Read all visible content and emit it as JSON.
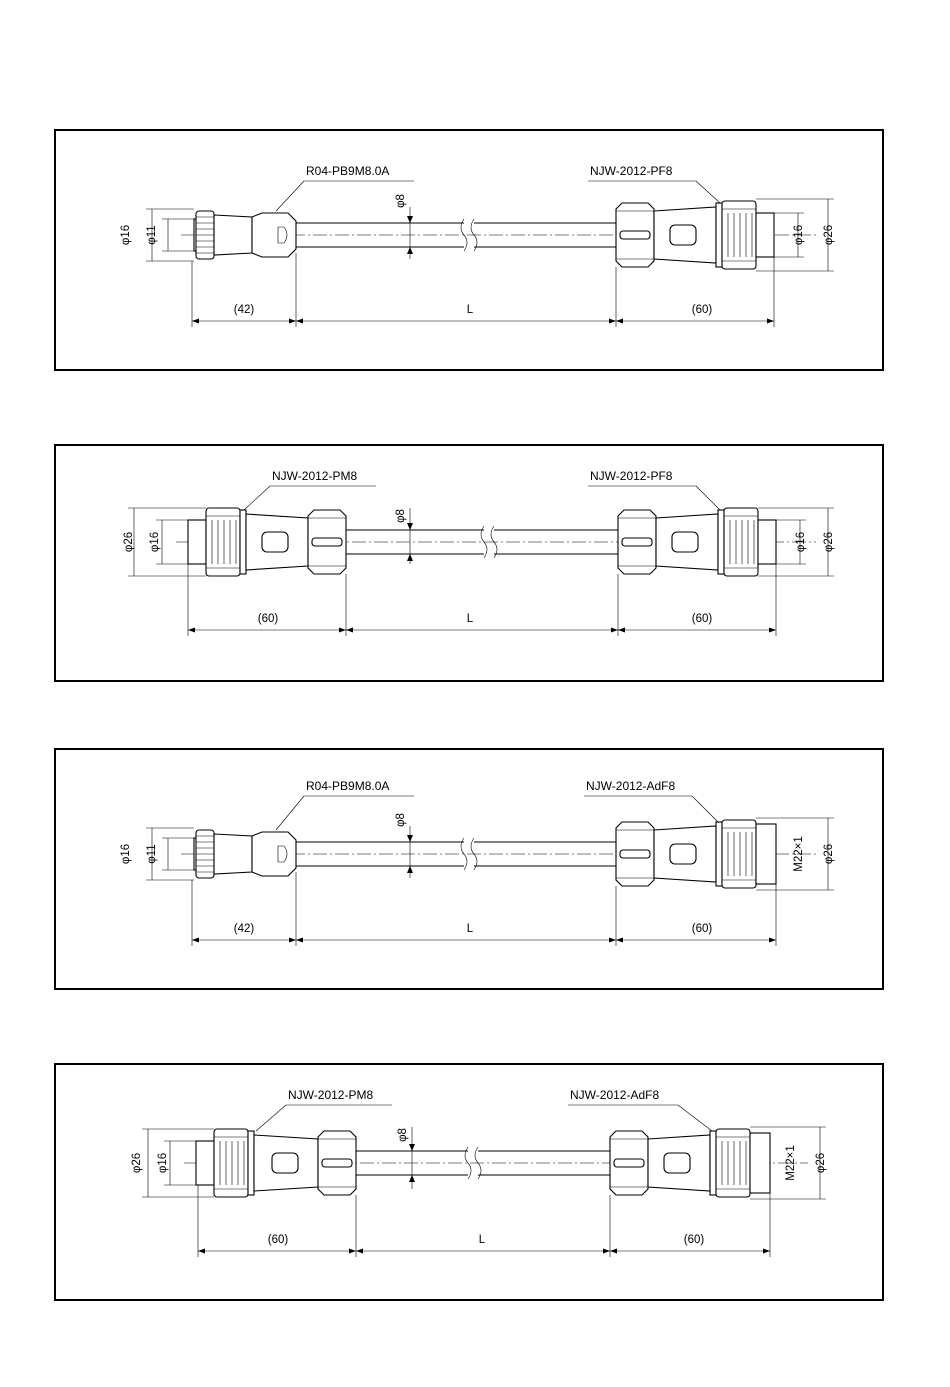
{
  "panels": [
    {
      "left_connector": "R04-PB9M8.0A",
      "right_connector": "NJW-2012-PF8",
      "cable_dia": "φ8",
      "left_dims": [
        "φ16",
        "φ11"
      ],
      "right_dims": [
        "φ16",
        "φ26"
      ],
      "left_len": "(42)",
      "mid_len": "L",
      "right_len": "(60)"
    },
    {
      "left_connector": "NJW-2012-PM8",
      "right_connector": "NJW-2012-PF8",
      "cable_dia": "φ8",
      "left_dims": [
        "φ26",
        "φ16"
      ],
      "right_dims": [
        "φ16",
        "φ26"
      ],
      "left_len": "(60)",
      "mid_len": "L",
      "right_len": "(60)"
    },
    {
      "left_connector": "R04-PB9M8.0A",
      "right_connector": "NJW-2012-AdF8",
      "cable_dia": "φ8",
      "left_dims": [
        "φ16",
        "φ11"
      ],
      "right_dims": [
        "M22×1",
        "φ26"
      ],
      "left_len": "(42)",
      "mid_len": "L",
      "right_len": "(60)"
    },
    {
      "left_connector": "NJW-2012-PM8",
      "right_connector": "NJW-2012-AdF8",
      "cable_dia": "φ8",
      "left_dims": [
        "φ26",
        "φ16"
      ],
      "right_dims": [
        "M22×1",
        "φ26"
      ],
      "left_len": "(60)",
      "mid_len": "L",
      "right_len": "(60)"
    }
  ]
}
